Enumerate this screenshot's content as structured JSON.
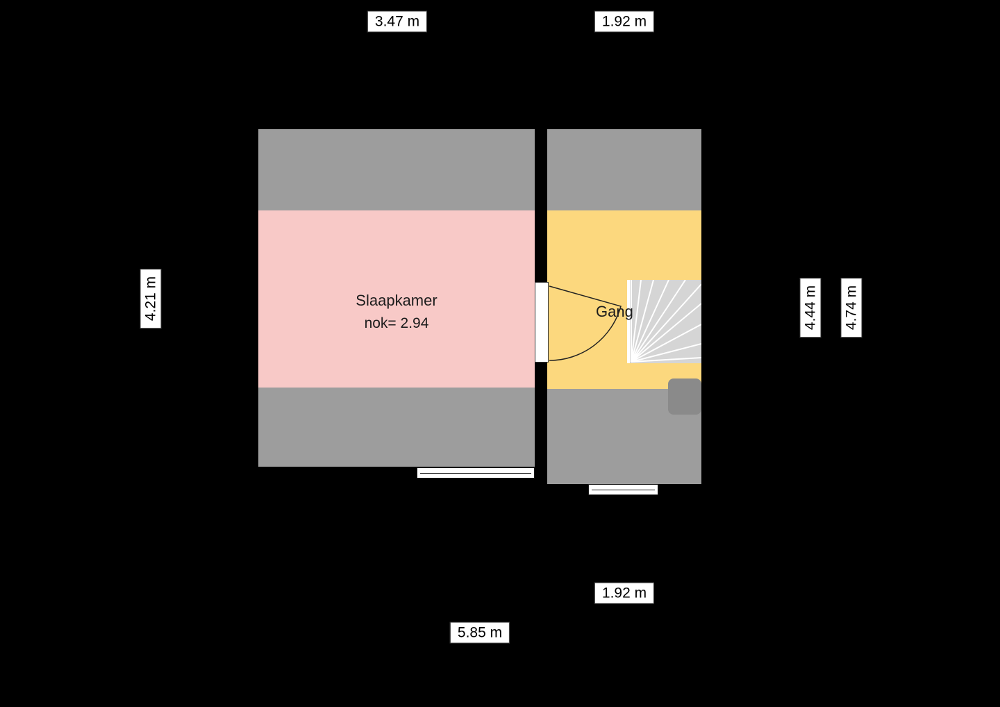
{
  "plan": {
    "background_color": "#000000",
    "wall_color": "#9d9d9d",
    "stair_color": "#d5d5d5",
    "rooms": [
      {
        "name": "Slaapkamer",
        "note": "nok= 2.94",
        "floor_color": "#f8c9c7"
      },
      {
        "name": "Gang",
        "floor_color": "#fcd87e"
      }
    ]
  },
  "dimensions": {
    "top_slaapkamer": "3.47 m",
    "top_gang": "1.92 m",
    "left_slaapkamer": "4.21 m",
    "right_gang_inner": "4.44 m",
    "right_gang_outer": "4.74 m",
    "bottom_gang": "1.92 m",
    "bottom_total": "5.85 m"
  }
}
